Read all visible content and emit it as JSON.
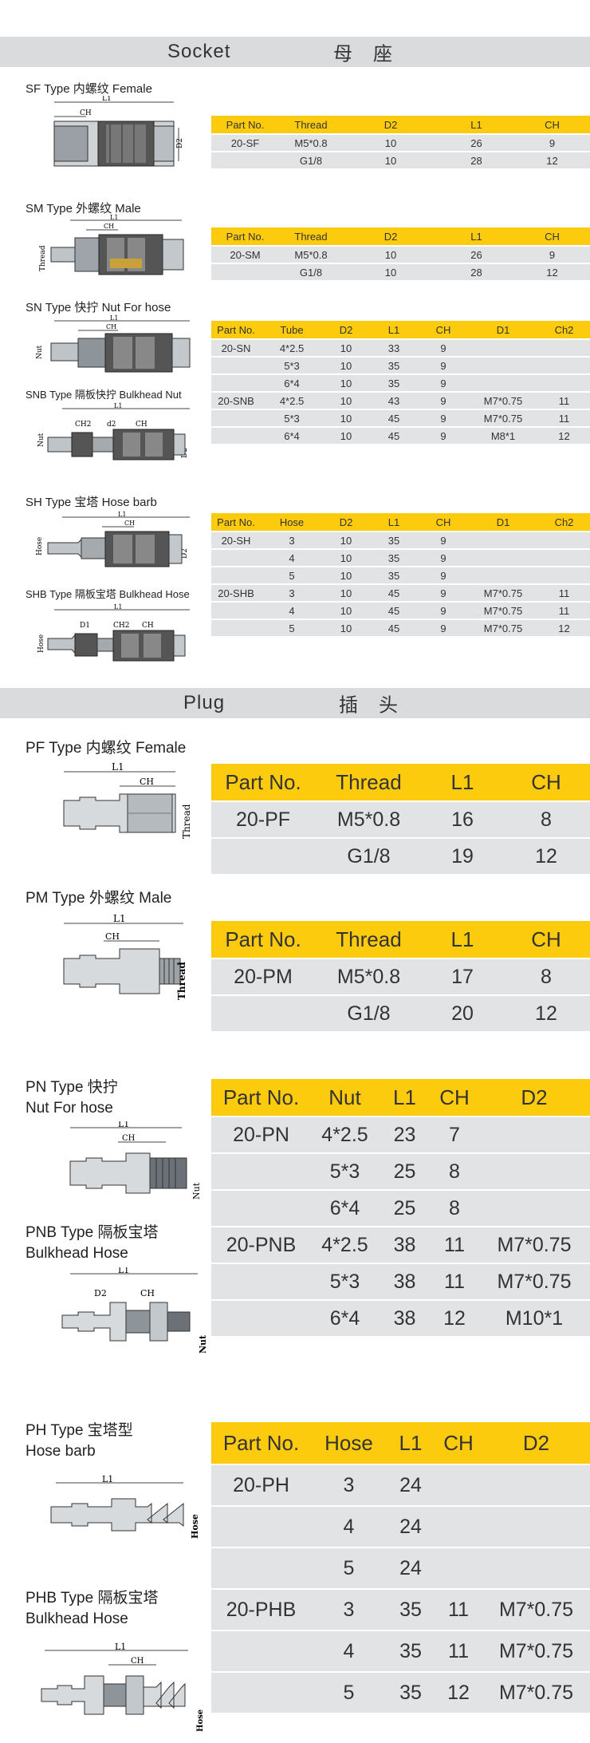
{
  "socket_section": {
    "title_en": "Socket",
    "title_cn": "母　座"
  },
  "plug_section": {
    "title_en": "Plug",
    "title_cn": "插　头"
  },
  "sf": {
    "title": "SF Type 内螺纹 Female",
    "headers": [
      "Part No.",
      "Thread",
      "D2",
      "L1",
      "CH"
    ],
    "rows": [
      [
        "20-SF",
        "M5*0.8",
        "10",
        "26",
        "9"
      ],
      [
        "",
        "G1/8",
        "10",
        "28",
        "12"
      ]
    ],
    "dims": {
      "l1": "L1",
      "ch": "CH",
      "d2": "D2"
    }
  },
  "sm": {
    "title": "SM Type 外螺纹 Male",
    "headers": [
      "Part No.",
      "Thread",
      "D2",
      "L1",
      "CH"
    ],
    "rows": [
      [
        "20-SM",
        "M5*0.8",
        "10",
        "26",
        "9"
      ],
      [
        "",
        "G1/8",
        "10",
        "28",
        "12"
      ]
    ],
    "dims": {
      "l1": "L1",
      "ch": "CH",
      "thread": "Thread"
    }
  },
  "sn": {
    "title": "SN Type 快拧 Nut For hose",
    "headers": [
      "Part No.",
      "Tube",
      "D2",
      "L1",
      "CH",
      "D1",
      "Ch2"
    ],
    "rows": [
      [
        "20-SN",
        "4*2.5",
        "10",
        "33",
        "9",
        "",
        ""
      ],
      [
        "",
        "5*3",
        "10",
        "35",
        "9",
        "",
        ""
      ],
      [
        "",
        "6*4",
        "10",
        "35",
        "9",
        "",
        ""
      ],
      [
        "20-SNB",
        "4*2.5",
        "10",
        "43",
        "9",
        "M7*0.75",
        "11"
      ],
      [
        "",
        "5*3",
        "10",
        "45",
        "9",
        "M7*0.75",
        "11"
      ],
      [
        "",
        "6*4",
        "10",
        "45",
        "9",
        "M8*1",
        "12"
      ]
    ],
    "dims": {
      "l1": "L1",
      "ch": "CH",
      "nut": "Nut"
    }
  },
  "snb": {
    "title": "SNB Type 隔板快拧 Bulkhead Nut",
    "dims": {
      "l1": "L1",
      "ch2": "CH2",
      "d2": "d2",
      "ch": "CH",
      "nut": "Nut",
      "d2b": "D2"
    }
  },
  "sh": {
    "title": "SH Type 宝塔 Hose barb",
    "headers": [
      "Part No.",
      "Hose",
      "D2",
      "L1",
      "CH",
      "D1",
      "Ch2"
    ],
    "rows": [
      [
        "20-SH",
        "3",
        "10",
        "35",
        "9",
        "",
        ""
      ],
      [
        "",
        "4",
        "10",
        "35",
        "9",
        "",
        ""
      ],
      [
        "",
        "5",
        "10",
        "35",
        "9",
        "",
        ""
      ],
      [
        "20-SHB",
        "3",
        "10",
        "45",
        "9",
        "M7*0.75",
        "11"
      ],
      [
        "",
        "4",
        "10",
        "45",
        "9",
        "M7*0.75",
        "11"
      ],
      [
        "",
        "5",
        "10",
        "45",
        "9",
        "M7*0.75",
        "12"
      ]
    ],
    "dims": {
      "l1": "L1",
      "ch": "CH",
      "hose": "Hose",
      "d2": "D2"
    }
  },
  "shb": {
    "title": "SHB Type 隔板宝塔 Bulkhead Hose",
    "dims": {
      "l1": "L1",
      "d1": "D1",
      "ch2": "CH2",
      "ch": "CH",
      "hose": "Hose"
    }
  },
  "pf": {
    "title": "PF Type 内螺纹 Female",
    "headers": [
      "Part No.",
      "Thread",
      "L1",
      "CH"
    ],
    "rows": [
      [
        "20-PF",
        "M5*0.8",
        "16",
        "8"
      ],
      [
        "",
        "G1/8",
        "19",
        "12"
      ]
    ],
    "dims": {
      "l1": "L1",
      "ch": "CH",
      "thread": "Thread"
    }
  },
  "pm": {
    "title": "PM Type 外螺纹 Male",
    "headers": [
      "Part No.",
      "Thread",
      "L1",
      "CH"
    ],
    "rows": [
      [
        "20-PM",
        "M5*0.8",
        "17",
        "8"
      ],
      [
        "",
        "G1/8",
        "20",
        "12"
      ]
    ],
    "dims": {
      "l1": "L1",
      "ch": "CH",
      "thread": "Thread"
    }
  },
  "pn": {
    "title1": "PN Type 快拧",
    "title2": "Nut For hose",
    "headers": [
      "Part No.",
      "Nut",
      "L1",
      "CH",
      "D2"
    ],
    "rows": [
      [
        "20-PN",
        "4*2.5",
        "23",
        "7",
        ""
      ],
      [
        "",
        "5*3",
        "25",
        "8",
        ""
      ],
      [
        "",
        "6*4",
        "25",
        "8",
        ""
      ],
      [
        "20-PNB",
        "4*2.5",
        "38",
        "11",
        "M7*0.75"
      ],
      [
        "",
        "5*3",
        "38",
        "11",
        "M7*0.75"
      ],
      [
        "",
        "6*4",
        "38",
        "12",
        "M10*1"
      ]
    ],
    "dims": {
      "l1": "L1",
      "ch": "CH",
      "nut": "Nut"
    }
  },
  "pnb": {
    "title1": "PNB Type 隔板宝塔",
    "title2": "Bulkhead Hose",
    "dims": {
      "l1": "L1",
      "d2": "D2",
      "ch": "CH",
      "nut": "Nut"
    }
  },
  "ph": {
    "title1": "PH Type 宝塔型",
    "title2": "Hose barb",
    "headers": [
      "Part No.",
      "Hose",
      "L1",
      "CH",
      "D2"
    ],
    "rows": [
      [
        "20-PH",
        "3",
        "24",
        "",
        ""
      ],
      [
        "",
        "4",
        "24",
        "",
        ""
      ],
      [
        "",
        "5",
        "24",
        "",
        ""
      ],
      [
        "20-PHB",
        "3",
        "35",
        "11",
        "M7*0.75"
      ],
      [
        "",
        "4",
        "35",
        "11",
        "M7*0.75"
      ],
      [
        "",
        "5",
        "35",
        "12",
        "M7*0.75"
      ]
    ],
    "dims": {
      "l1": "L1",
      "hose": "Hose"
    }
  },
  "phb": {
    "title1": "PHB Type 隔板宝塔",
    "title2": "Bulkhead Hose",
    "dims": {
      "l1": "L1",
      "ch": "CH",
      "hose": "Hose"
    }
  },
  "colors": {
    "header_yellow": "#fdcb0d",
    "row_gray": "#e2e3e4",
    "band_gray": "#d9dbdc"
  }
}
